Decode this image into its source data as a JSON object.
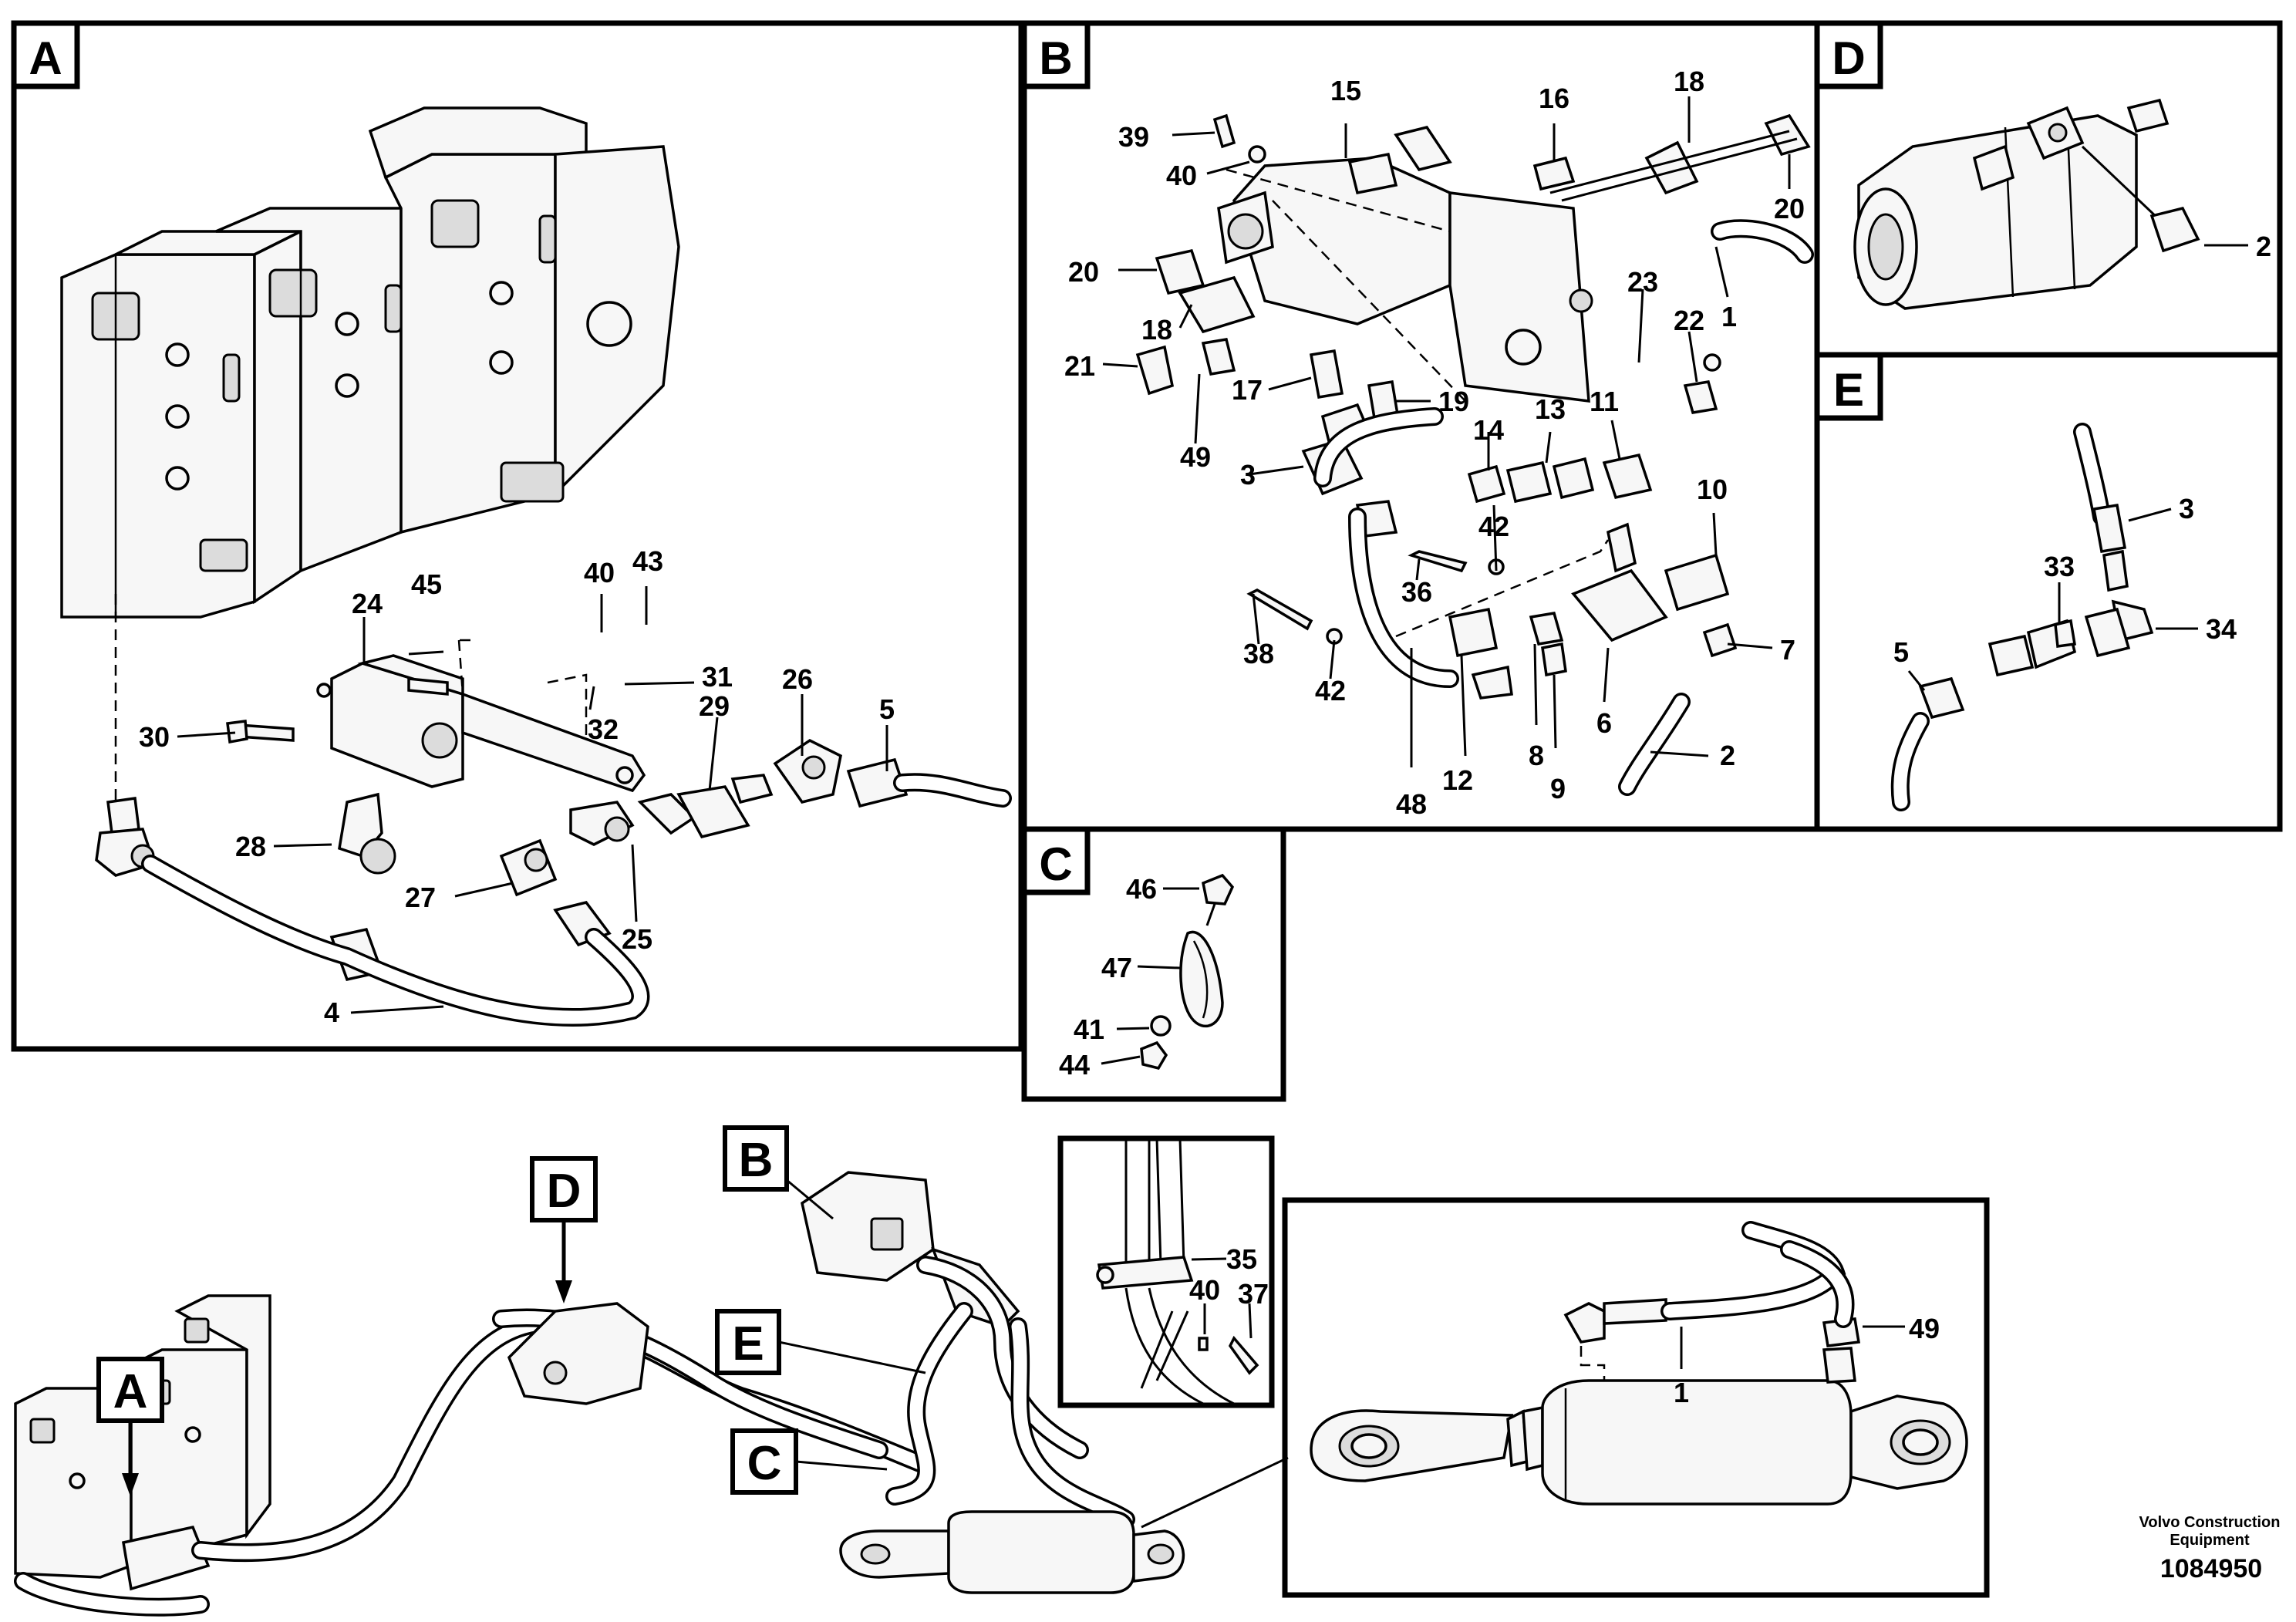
{
  "panels": {
    "A": {
      "label": "A"
    },
    "B": {
      "label": "B"
    },
    "C": {
      "label": "C"
    },
    "D": {
      "label": "D"
    },
    "E": {
      "label": "E"
    }
  },
  "overview_callouts": {
    "B": "B",
    "D": "D",
    "E": "E",
    "C": "C",
    "A": "A"
  },
  "parts": {
    "A": [
      "45",
      "40",
      "43",
      "24",
      "31",
      "32",
      "30",
      "29",
      "26",
      "5",
      "28",
      "27",
      "25",
      "4"
    ],
    "B": [
      "15",
      "16",
      "18",
      "39",
      "40",
      "20",
      "20",
      "23",
      "22",
      "1",
      "18",
      "21",
      "17",
      "19",
      "49",
      "3",
      "14",
      "13",
      "11",
      "10",
      "42",
      "36",
      "38",
      "42",
      "7",
      "12",
      "8",
      "9",
      "6",
      "48",
      "2"
    ],
    "C": [
      "46",
      "47",
      "41",
      "44"
    ],
    "D": [
      "2"
    ],
    "E": [
      "3",
      "33",
      "34",
      "5"
    ],
    "detail": [
      "35",
      "40",
      "37"
    ],
    "cylinder": [
      "49",
      "1"
    ]
  },
  "footer": {
    "brand_line1": "Volvo Construction",
    "brand_line2": "Equipment",
    "doc_number": "1084950"
  }
}
